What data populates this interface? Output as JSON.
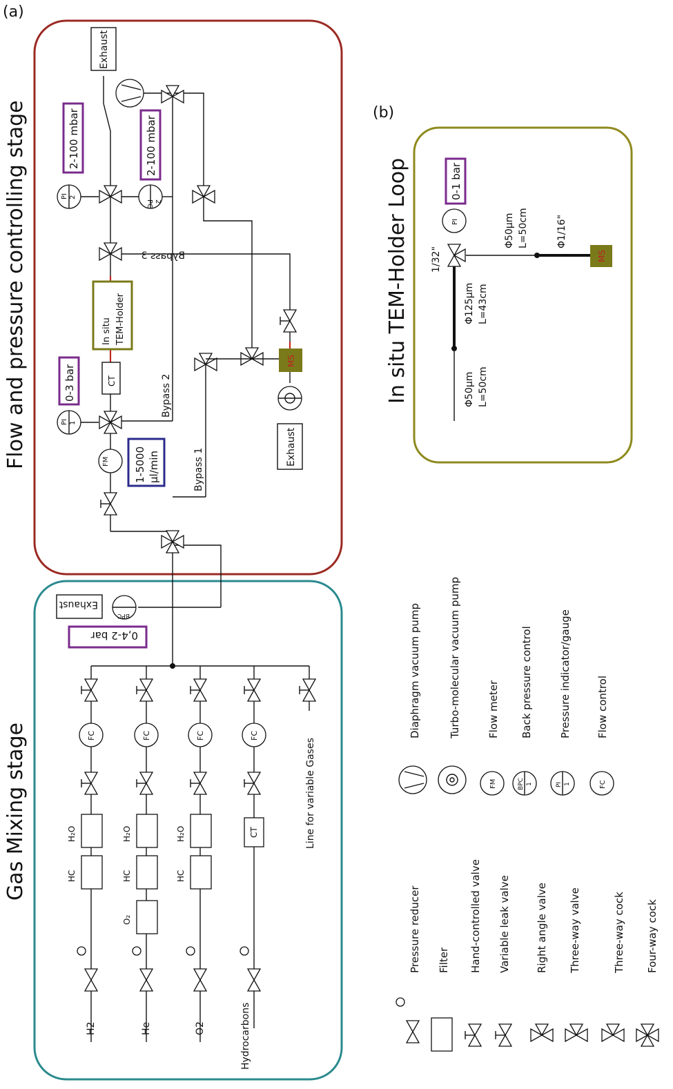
{
  "panel_labels": {
    "a": "(a)",
    "b": "(b)"
  },
  "stages": {
    "flow_pressure": "Flow and pressure controlling stage",
    "gas_mixing": "Gas Mixing stage",
    "tem_loop": "In situ TEM-Holder Loop"
  },
  "boxes": {
    "exhaust": "Exhaust",
    "tem_holder_l1": "In situ",
    "tem_holder_l2": "TEM-Holder",
    "ms": "MS",
    "ct": "CT"
  },
  "ranges": {
    "pi2": "2-100 mbar",
    "pc2": "2-100 mbar",
    "pi1": "0-3 bar",
    "fm": [
      "1-5000",
      "µl/min"
    ],
    "bpc": "0,4-2 bar",
    "loop_pi": "0-1 bar"
  },
  "instruments": {
    "pi": "PI",
    "pc": "PC",
    "fm": "FM",
    "fc": "FC",
    "bpc": "BPC",
    "n1": "1",
    "n2": "2"
  },
  "bypass": {
    "b1": "Bypass 1",
    "b2": "Bypass 2",
    "b3": "Bypass 3"
  },
  "gases": {
    "h2": "H2",
    "he": "He",
    "o2": "O2",
    "hc": "Hydrocarbons",
    "variable": "Line for variable Gases"
  },
  "filters": {
    "h2o": "H₂O",
    "hc": "HC",
    "o2": "O₂"
  },
  "loop": {
    "d50a": "Φ50µm",
    "l50a": "L=50cm",
    "d125": "Φ125µm",
    "l43": "L=43cm",
    "d50b": "Φ50µm",
    "l50b": "L=50cm",
    "in132": "1/32\"",
    "in116": "Φ1/16\""
  },
  "legend_left": [
    "Pressure reducer",
    "Filter",
    "Hand-controlled valve",
    "Variable leak valve",
    "Right angle valve",
    "Three-way valve",
    "Three-way cock",
    "Four-way cock"
  ],
  "legend_right": [
    "Diaphragm vacuum pump",
    "Turbo-molecular vacuum pump",
    "Flow meter",
    "Back pressure control",
    "Pressure indicator/gauge",
    "Flow control"
  ],
  "colors": {
    "flow_box": "#9b2a23",
    "mix_box": "#2a8a8e",
    "loop_box": "#8e8a1e",
    "range_tag": "#7a2b8c",
    "fm_tag": "#2b2b8c",
    "olive": "#7a7a1a",
    "pipe_red": "#c0281e"
  }
}
